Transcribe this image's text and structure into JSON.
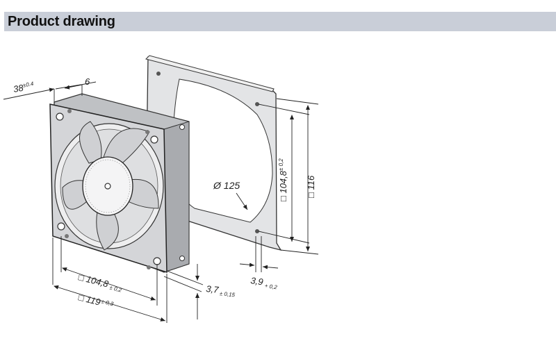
{
  "header": {
    "title": "Product drawing"
  },
  "dimensions": {
    "depth": "38",
    "depth_tol": "±0.4",
    "flange": "6",
    "diameter": "Ø 125",
    "hole_spacing_vertical": "□ 104,8",
    "hole_spacing_vertical_tol": "± 0,2",
    "frame_vertical": "□ 116",
    "hole_spacing_horizontal": "□ 104,8",
    "hole_spacing_horizontal_tol": "± 0,2",
    "frame_horizontal": "□ 119",
    "frame_horizontal_tol": "± 0,3",
    "hole_dia": "3,7",
    "hole_dia_tol": "± 0,15",
    "gasket_hole": "3,9",
    "gasket_hole_tol": "+ 0,2"
  },
  "colors": {
    "header_bg": "#c9ced8",
    "part_fill": "#d8d9db",
    "line": "#333333"
  }
}
